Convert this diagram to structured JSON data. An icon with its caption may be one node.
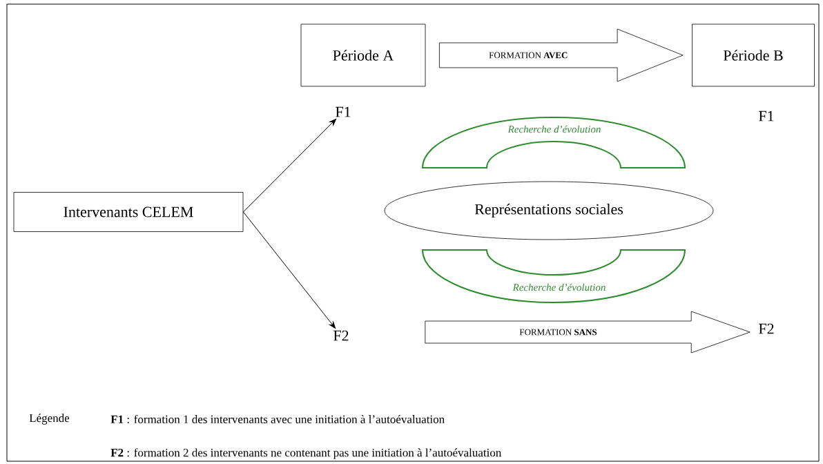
{
  "diagram": {
    "nodes": [
      {
        "text": [
          "Intervenants CELEM"
        ]
      },
      {
        "text": [
          "Période A"
        ]
      },
      {
        "text": [
          "Période B"
        ]
      },
      {
        "text": [
          "F1"
        ]
      },
      {
        "text": [
          "F1"
        ]
      },
      {
        "text": [
          "Recherche d’évolution"
        ]
      },
      {
        "text": [
          "Représentations sociales"
        ]
      },
      {
        "text": [
          "Recherche d’évolution"
        ]
      },
      {
        "text": [
          "F2"
        ]
      },
      {
        "text": [
          "F2"
        ]
      }
    ],
    "edges": [
      {
        "from": 0,
        "to": 3,
        "arrow": "to"
      },
      {
        "from": 0,
        "to": 8,
        "arrow": "to"
      },
      {
        "from": 1,
        "to": 2,
        "arrow": "to",
        "label": "FORMATION **AVEC**"
      },
      {
        "from": 8,
        "to": 9,
        "arrow": "to",
        "label": "FORMATION **SANS**"
      }
    ],
    "labels": [
      "Légende",
      "**F1** : formation 1 des intervenants avec une initiation à l’autoévaluation",
      "**F2** : formation 2  des intervenants ne contenant pas une initiation à l’autoévaluation"
    ]
  }
}
